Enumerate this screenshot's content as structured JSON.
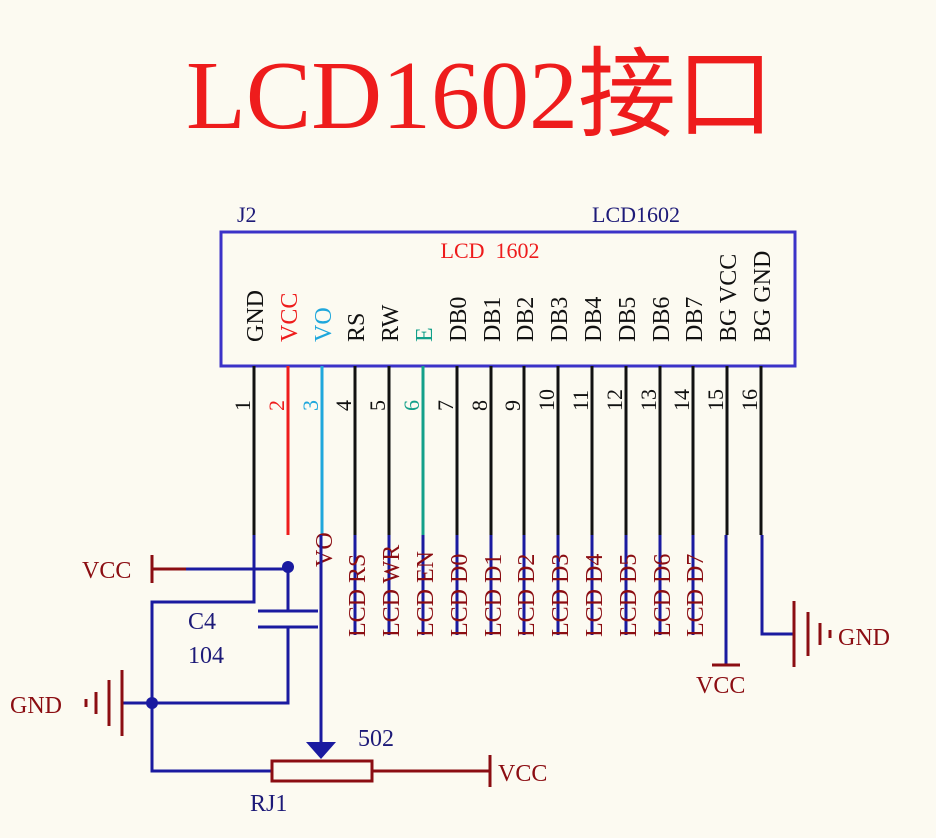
{
  "title": "LCD1602接口",
  "colors": {
    "background": "#fcfaf1",
    "title": "#ee1c1c",
    "box": "#3b32c8",
    "wire": "#1a1aa0",
    "label_dark": "#1d1a78",
    "netlabel": "#8b0d12",
    "black": "#111111",
    "red": "#ee1c1c",
    "blue": "#1fa7dc",
    "teal": "#13a08a"
  },
  "connector": {
    "designator": "J2",
    "value": "LCD1602",
    "inner_title": "LCD  1602",
    "pins": [
      {
        "name": "GND",
        "number": "1",
        "net": ""
      },
      {
        "name": "VCC",
        "number": "2",
        "net": ""
      },
      {
        "name": "VO",
        "number": "3",
        "net": "VO"
      },
      {
        "name": "RS",
        "number": "4",
        "net": "LCD_RS"
      },
      {
        "name": "RW",
        "number": "5",
        "net": "LCD_WR"
      },
      {
        "name": "E",
        "number": "6",
        "net": "LCD_EN"
      },
      {
        "name": "DB0",
        "number": "7",
        "net": "LCD_D0"
      },
      {
        "name": "DB1",
        "number": "8",
        "net": "LCD_D1"
      },
      {
        "name": "DB2",
        "number": "9",
        "net": "LCD_D2"
      },
      {
        "name": "DB3",
        "number": "10",
        "net": "LCD_D3"
      },
      {
        "name": "DB4",
        "number": "11",
        "net": "LCD_D4"
      },
      {
        "name": "DB5",
        "number": "12",
        "net": "LCD_D5"
      },
      {
        "name": "DB6",
        "number": "13",
        "net": "LCD_D6"
      },
      {
        "name": "DB7",
        "number": "14",
        "net": "LCD_D7"
      },
      {
        "name": "BG VCC",
        "number": "15",
        "net": ""
      },
      {
        "name": "BG GND",
        "number": "16",
        "net": ""
      }
    ]
  },
  "capacitor": {
    "designator": "C4",
    "value": "104"
  },
  "potentiometer": {
    "designator": "RJ1",
    "value": "502"
  },
  "power": {
    "vcc_left": "VCC",
    "gnd_left": "GND",
    "vcc_pot": "VCC",
    "vcc_bg": "VCC",
    "gnd_bg": "GND"
  }
}
